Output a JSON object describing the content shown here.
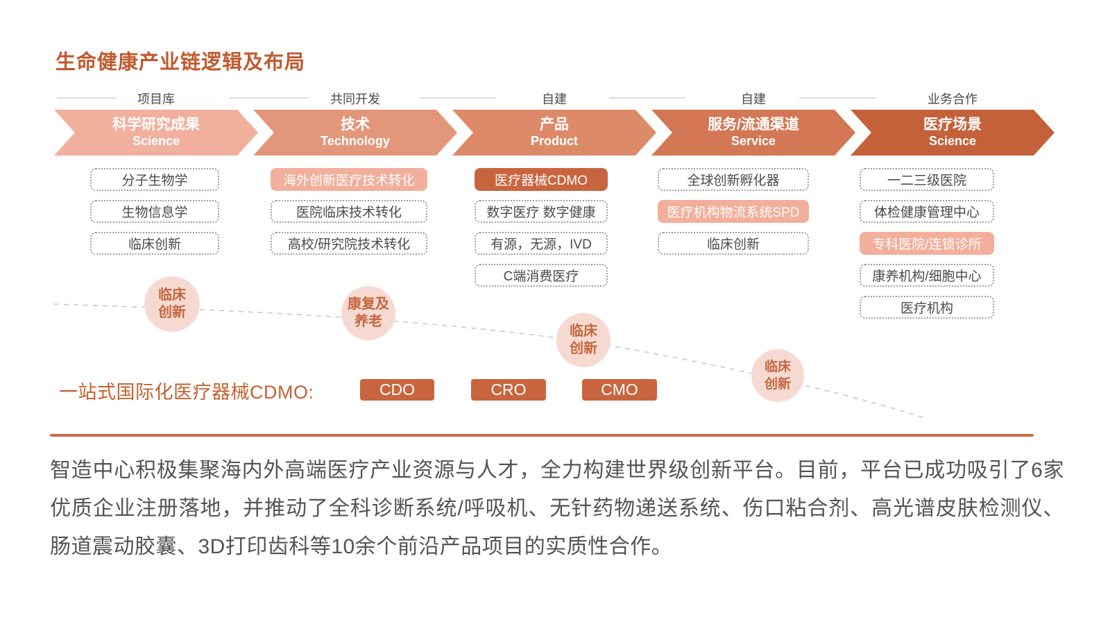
{
  "title": "生命健康产业链逻辑及布局",
  "colors": {
    "accent": "#C05A2F",
    "arrow_fills": [
      "#F1B09D",
      "#E3977A",
      "#DD8A69",
      "#D37754",
      "#C5613A"
    ],
    "pink_box": "#F1AF9C",
    "orange_box": "#C9653E",
    "circle_fill": "#F6DAD2",
    "circle_text": "#C4673F",
    "divider": "#C96B44"
  },
  "modes": [
    "项目库",
    "共同开发",
    "自建",
    "自建",
    "业务合作"
  ],
  "stages": [
    {
      "zh": "科学研究成果",
      "en": "Science"
    },
    {
      "zh": "技术",
      "en": "Technology"
    },
    {
      "zh": "产品",
      "en": "Product"
    },
    {
      "zh": "服务/流通渠道",
      "en": "Service"
    },
    {
      "zh": "医疗场景",
      "en": "Science"
    }
  ],
  "columns": [
    {
      "items": [
        {
          "label": "分子生物学",
          "variant": "dotted"
        },
        {
          "label": "生物信息学",
          "variant": "dotted"
        },
        {
          "label": "临床创新",
          "variant": "dotted"
        }
      ]
    },
    {
      "items": [
        {
          "label": "海外创新医疗技术转化",
          "variant": "pink"
        },
        {
          "label": "医院临床技术转化",
          "variant": "dotted"
        },
        {
          "label": "高校/研究院技术转化",
          "variant": "dotted"
        }
      ]
    },
    {
      "items": [
        {
          "label": "医疗器械CDMO",
          "variant": "orange"
        },
        {
          "label": "数字医疗 数字健康",
          "variant": "dotted"
        },
        {
          "label": "有源，无源，IVD",
          "variant": "dotted"
        },
        {
          "label": "C端消费医疗",
          "variant": "dotted"
        }
      ]
    },
    {
      "items": [
        {
          "label": "全球创新孵化器",
          "variant": "dotted"
        },
        {
          "label": "医疗机构物流系统SPD",
          "variant": "pink"
        },
        {
          "label": "临床创新",
          "variant": "dotted"
        }
      ]
    },
    {
      "items": [
        {
          "label": "一二三级医院",
          "variant": "dotted"
        },
        {
          "label": "体检健康管理中心",
          "variant": "dotted"
        },
        {
          "label": "专科医院/连锁诊所",
          "variant": "pink"
        },
        {
          "label": "康养机构/细胞中心",
          "variant": "dotted"
        },
        {
          "label": "医疗机构",
          "variant": "dotted"
        }
      ]
    }
  ],
  "circles": [
    {
      "line1": "临床",
      "line2": "创新"
    },
    {
      "line1": "康复及",
      "line2": "养老"
    },
    {
      "line1": "临床",
      "line2": "创新"
    },
    {
      "line1": "临床",
      "line2": "创新"
    }
  ],
  "cdmo": {
    "label": "一站式国际化医疗器械CDMO:",
    "buttons": [
      "CDO",
      "CRO",
      "CMO"
    ]
  },
  "paragraph": "智造中心积极集聚海内外高端医疗产业资源与人才，全力构建世界级创新平台。目前，平台已成功吸引了6家优质企业注册落地，并推动了全科诊断系统/呼吸机、无针药物递送系统、伤口粘合剂、高光谱皮肤检测仪、肠道震动胶囊、3D打印齿科等10余个前沿产品项目的实质性合作。"
}
